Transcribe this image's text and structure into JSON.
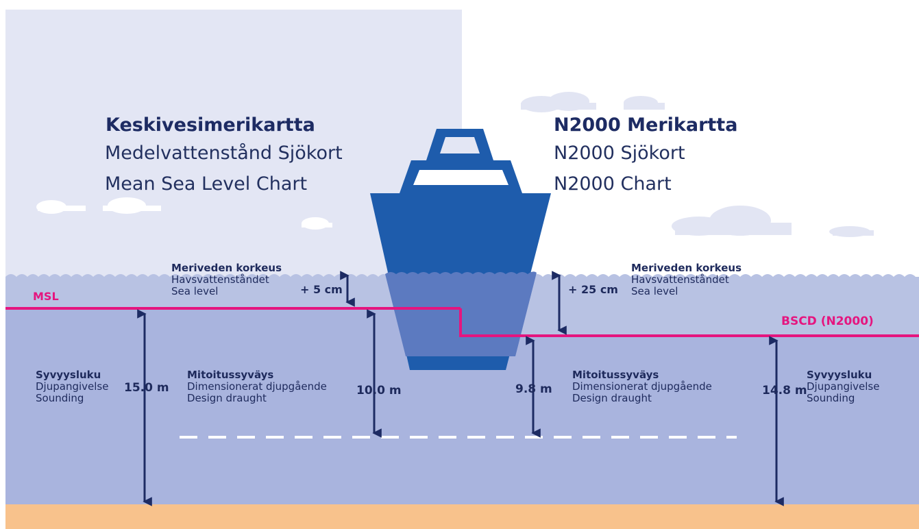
{
  "colors": {
    "sky_left": "#e3e6f4",
    "sky_right": "#ffffff",
    "water_top": "#b8c2e3",
    "water": "#a9b4de",
    "seabed": "#f8c28c",
    "ship": "#1e5cac",
    "ship_hull_water": "#5c7ac0",
    "arrows": "#1d2b63",
    "reference_line": "#e5157f",
    "cloud": "#ffffff",
    "dash": "#ffffff"
  },
  "left": {
    "title": "Keskivesimerikartta",
    "subtitle_sv": "Medelvattenstånd Sjökort",
    "subtitle_en": "Mean Sea Level Chart",
    "reference": "MSL",
    "sea_level": {
      "fi": "Meriveden korkeus",
      "sv": "Havsvattenståndet",
      "en": "Sea level",
      "value": "+ 5 cm"
    },
    "sounding": {
      "fi": "Syvyysluku",
      "sv": "Djupangivelse",
      "en": "Sounding",
      "value": "15.0 m"
    },
    "draught": {
      "fi": "Mitoitussyväys",
      "sv": "Dimensionerat djupgående",
      "en": "Design draught",
      "value": "10.0 m"
    }
  },
  "right": {
    "title": "N2000 Merikartta",
    "subtitle_sv": "N2000 Sjökort",
    "subtitle_en": "N2000 Chart",
    "reference": "BSCD (N2000)",
    "sea_level": {
      "fi": "Meriveden korkeus",
      "sv": "Havsvattenståndet",
      "en": "Sea level",
      "value": "+ 25 cm"
    },
    "sounding": {
      "fi": "Syvyysluku",
      "sv": "Djupangivelse",
      "en": "Sounding",
      "value": "14.8 m"
    },
    "draught": {
      "fi": "Mitoitussyväys",
      "sv": "Dimensionerat djupgående",
      "en": "Design draught",
      "value": "9.8 m"
    }
  }
}
